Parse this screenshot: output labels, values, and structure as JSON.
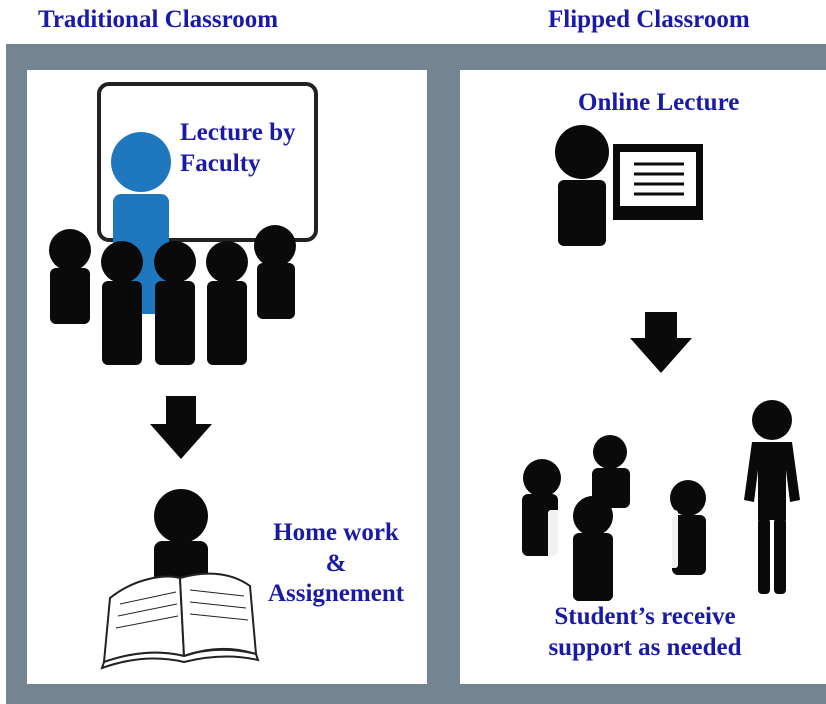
{
  "headings": {
    "left": "Traditional Classroom",
    "right": "Flipped Classroom"
  },
  "traditional": {
    "lecture_line1": "Lecture by",
    "lecture_line2": "Faculty",
    "homework_line1": "Home work",
    "homework_line2": "&",
    "homework_line3": "Assignement"
  },
  "flipped": {
    "online_lecture": "Online Lecture",
    "support_line1": "Student’s receive",
    "support_line2": "support as needed"
  },
  "colors": {
    "heading_text": "#1a1aa8",
    "frame": "#748591",
    "faculty_figure": "#1f78be",
    "student_figure": "#0a0a0a"
  }
}
